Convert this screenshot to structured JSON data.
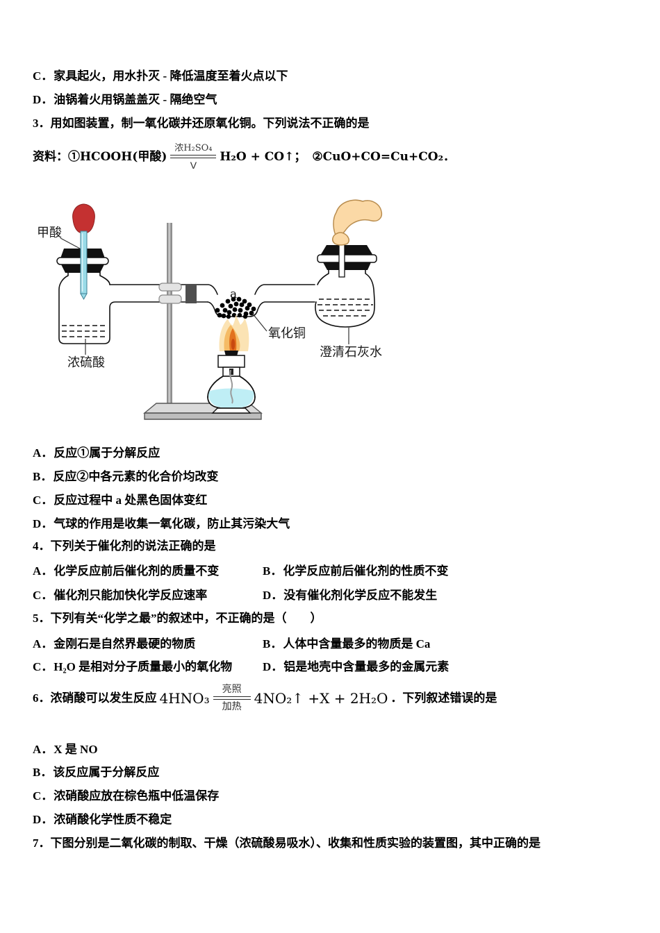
{
  "page": {
    "background": "#ffffff",
    "text_color": "#000000"
  },
  "prev_question_options": [
    {
      "label": "C．",
      "text": "家具起火，用水扑灭 - 降低温度至着火点以下"
    },
    {
      "label": "D．",
      "text": "油锅着火用锅盖盖灭 - 隔绝空气"
    }
  ],
  "q3": {
    "stem": "3．用如图装置，制一氧化碳并还原氧化铜。下列说法不正确的是",
    "material": {
      "prefix": "资料：①HCOOH(甲酸)",
      "cond_top": "浓H₂SO₄",
      "cond_bottom": "V",
      "after": "H₂O + CO↑；",
      "second": "②CuO+CO=Cu+CO₂．"
    },
    "diagram_labels": {
      "dropper": "甲酸",
      "acid": "浓硫酸",
      "point": "a",
      "solid": "氧化铜",
      "limewater": "澄清石灰水"
    },
    "options": [
      {
        "label": "A．",
        "text": "反应①属于分解反应"
      },
      {
        "label": "B．",
        "text": "反应②中各元素的化合价均改变"
      },
      {
        "label": "C．",
        "text": "反应过程中 a 处黑色固体变红"
      },
      {
        "label": "D．",
        "text": "气球的作用是收集一氧化碳，防止其污染大气"
      }
    ]
  },
  "q4": {
    "stem": "4．下列关于催化剂的说法正确的是",
    "options": [
      {
        "label": "A．",
        "text": "化学反应前后催化剂的质量不变"
      },
      {
        "label": "B．",
        "text": "化学反应前后催化剂的性质不变"
      },
      {
        "label": "C．",
        "text": "催化剂只能加快化学反应速率"
      },
      {
        "label": "D．",
        "text": "没有催化剂化学反应不能发生"
      }
    ]
  },
  "q5": {
    "stem": "5．下列有关“化学之最”的叙述中，不正确的是（　　）",
    "options": [
      {
        "label": "A．",
        "text": "金刚石是自然界最硬的物质"
      },
      {
        "label": "B．",
        "text": "人体中含量最多的物质是 Ca"
      },
      {
        "label": "C．",
        "text": "H₂O 是相对分子质量最小的氧化物"
      },
      {
        "label": "D．",
        "text": "铝是地壳中含量最多的金属元素"
      }
    ]
  },
  "q6": {
    "stem_prefix": "6．浓硝酸可以发生反应",
    "equation": {
      "left": "4HNO₃",
      "cond_top": "亮照",
      "cond_bottom": "加热",
      "right": "4NO₂↑ +X + 2H₂O"
    },
    "stem_suffix": "．下列叙述错误的是",
    "options": [
      {
        "label": "A．",
        "text": "X 是 NO"
      },
      {
        "label": "B．",
        "text": "该反应属于分解反应"
      },
      {
        "label": "C．",
        "text": "浓硝酸应放在棕色瓶中低温保存"
      },
      {
        "label": "D．",
        "text": "浓硝酸化学性质不稳定"
      }
    ]
  },
  "q7": {
    "stem": "7．下图分别是二氧化碳的制取、干燥（浓硫酸易吸水）、收集和性质实验的装置图，其中正确的是"
  },
  "colors": {
    "bulb_red": "#c43131",
    "dropper_blue": "#9adbe8",
    "balloon": "#fbd9a6",
    "flame_outer": "#fbe3b4",
    "flame_mid": "#f5bb66",
    "flame_core": "#e2711f",
    "flame_center": "#c9490f",
    "lamp_liquid": "#bfeef5",
    "stand_gray": "#9b9b9b"
  }
}
